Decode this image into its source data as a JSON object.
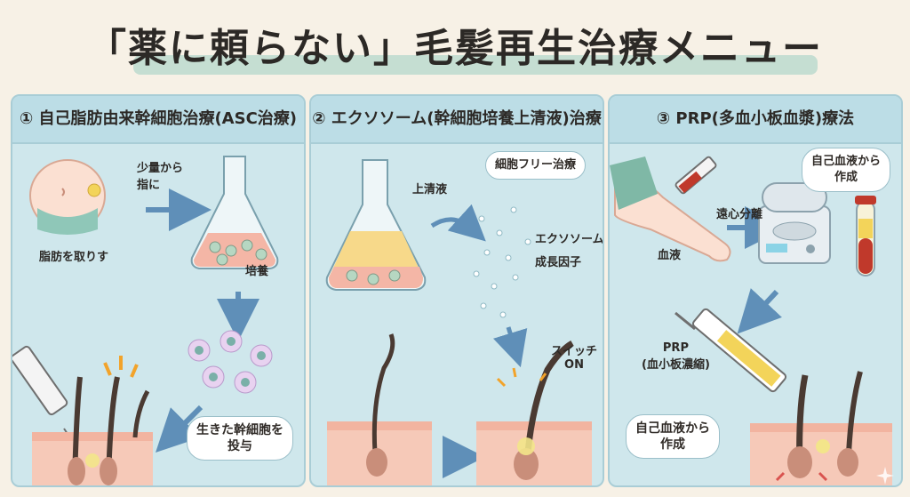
{
  "title": "「薬に頼らない」毛髪再生治療メニュー",
  "panels": [
    {
      "heading": "① 自己脂肪由来幹細胞治療(ASC治療)",
      "labels": {
        "small_amount": "少量から\n指に",
        "fat_extraction": "脂肪を取りす",
        "culture": "培養",
        "bubble": "生きた幹細胞を\n投与"
      }
    },
    {
      "heading": "② エクソソーム(幹細胞培養上清液)治療",
      "labels": {
        "supernatant": "上清液",
        "cell_free": "細胞フリー治療",
        "exosome": "エクソソーム",
        "growth_factor": "成長因子",
        "switch_on": "スイッチ\nON"
      }
    },
    {
      "heading": "③ PRP(多血小板血漿)療法",
      "labels": {
        "own_blood_top": "自己血液から\n作成",
        "centrifuge": "遠心分離",
        "blood": "血液",
        "prp": "PRP\n(血小板濃縮)",
        "bubble": "自己血液から\n作成"
      }
    }
  ],
  "colors": {
    "panel_bg": "#cfe7ec",
    "panel_header": "#bcdde6",
    "title_highlight": "#bfdccf",
    "skin": "#f6c9b8",
    "hair": "#4a3a32",
    "blood": "#c0392b",
    "prp_yellow": "#f3d45a"
  }
}
